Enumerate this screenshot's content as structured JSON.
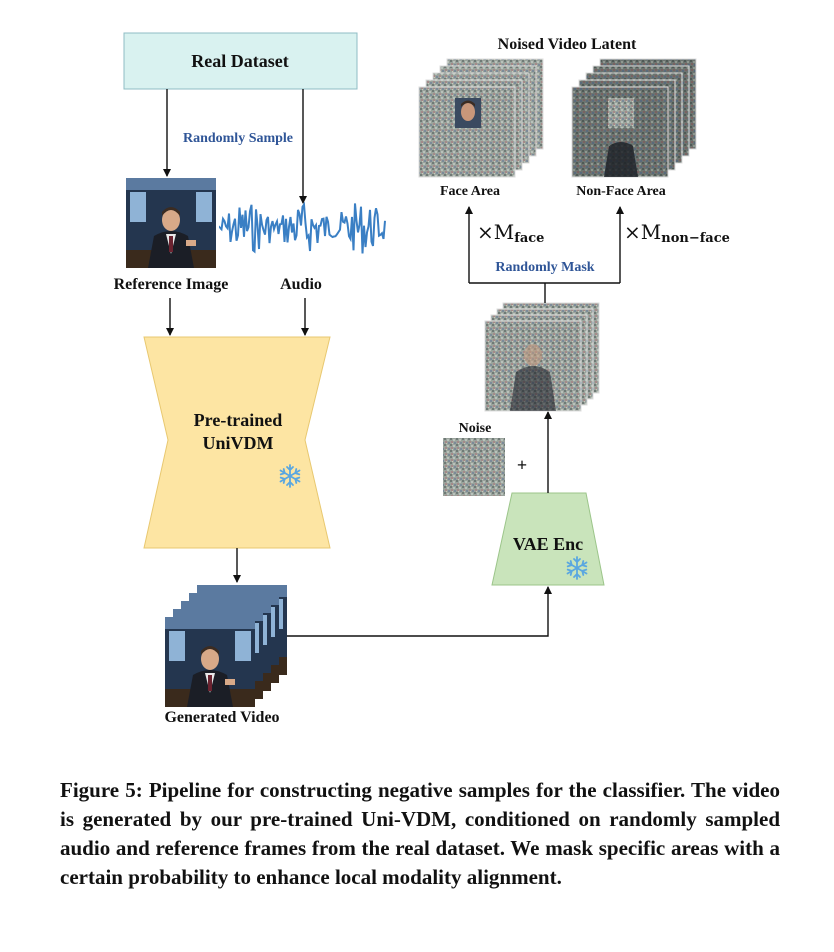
{
  "diagram": {
    "real_dataset": "Real Dataset",
    "randomly_sample": "Randomly Sample",
    "reference_image": "Reference  Image",
    "audio": "Audio",
    "pretrained_line1": "Pre-trained",
    "pretrained_line2": "UniVDM",
    "generated_video": "Generated Video",
    "vae_enc": "VAE Enc",
    "noise": "Noise",
    "plus": "+",
    "randomly_mask": "Randomly Mask",
    "mask_face_symbol": "×M",
    "mask_face_sub": "face",
    "mask_nonface_symbol": "×M",
    "mask_nonface_sub": "non−face",
    "noised_video_latent": "Noised Video Latent",
    "face_area": "Face Area",
    "non_face_area": "Non-Face Area",
    "frozen_icon": "snowflake-icon"
  },
  "caption": "Figure 5: Pipeline for constructing negative samples for the classifier. The video is generated by our pre-trained Uni-VDM, conditioned on randomly sampled audio and reference frames from the real dataset. We mask specific areas with a certain probability to enhance local modality alignment.",
  "colors": {
    "dataset_box": "#d9f2f0",
    "univdm_box": "#fde5a3",
    "vae_box": "#c9e4bb",
    "audio_wave": "#3a7fc4",
    "label_blue": "#2f5597",
    "snowflake": "#5aa7e0"
  }
}
